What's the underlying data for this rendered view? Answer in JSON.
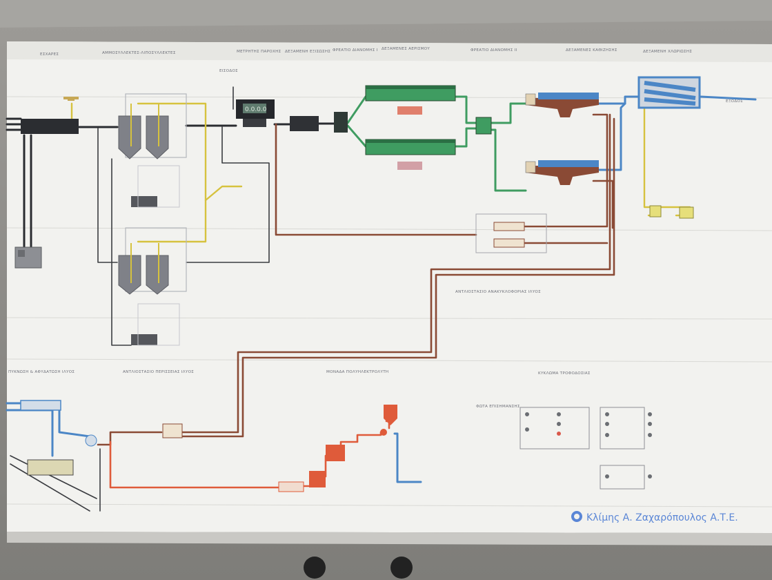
{
  "sections": {
    "screening": "ΕΣΧΑΡΕΣ",
    "grit_removal": "ΑΜΜΟΣΥΛΛΕΚΤΕΣ-ΛΙΠΟΣΥΛΛΕΚΤΕΣ",
    "flow_meter": "ΜΕΤΡΗΤΗΣ ΠΑΡΟΧΗΣ",
    "equalization_tank": "ΔΕΞΑΜΕΝΗ ΕΞΙΣΩΣΗΣ",
    "distribution_chamber_1": "ΦΡΕΑΤΙΟ ΔΙΑΝΟΜΗΣ Ι",
    "aeration_tanks": "ΔΕΞΑΜΕΝΕΣ ΑΕΡΙΣΜΟΥ",
    "distribution_chamber_2": "ΦΡΕΑΤΙΟ ΔΙΑΝΟΜΗΣ ΙΙ",
    "settling_tanks": "ΔΕΞΑΜΕΝΕΣ ΚΑΘΙΖΗΣΗΣ",
    "chlorination_tank": "ΔΕΞΑΜΕΝΗ ΧΛΩΡΙΩΣΗΣ",
    "sludge_recirculation": "ΑΝΤΛΙΟΣΤΑΣΙΟ ΑΝΑΚΥΚΛΟΦΟΡΙΑΣ ΙΛΥΟΣ",
    "sludge_thickening": "ΠΥΚΝΩΣΗ & ΑΦΥΔΑΤΩΣΗ ΙΛΥΟΣ",
    "sludge_pumping": "ΑΝΤΛΙΟΣΤΑΣΙΟ ΠΕΡΙΣΣΕΙΑΣ ΙΛΥΟΣ",
    "polymer_unit": "ΜΟΝΑΔΑ ΠΟΛΥΗΛΕΚΤΡΟΛΥΤΗ",
    "power_supply": "ΚΥΚΛΩΜΑ ΤΡΟΦΟΔΟΣΙΑΣ",
    "lights": "ΦΩΤΑ ΕΠΙΣΗΜΑΝΣΗΣ",
    "inlet": "ΕΙΣΟΔΟΣ",
    "outlet": "ΕΞΟΔΟΣ"
  },
  "company": "Κλίμης Α. Ζαχαρόπουλος Α.Τ.Ε.",
  "meter_reading": "0.0.0.0",
  "colors": {
    "raw_sewage": "#2a2c30",
    "grease": "#d6c23e",
    "mixed_liquor": "#3f9c61",
    "clear_water": "#4b86c6",
    "return_sludge": "#8a4a35",
    "polymer": "#df5b3a"
  }
}
